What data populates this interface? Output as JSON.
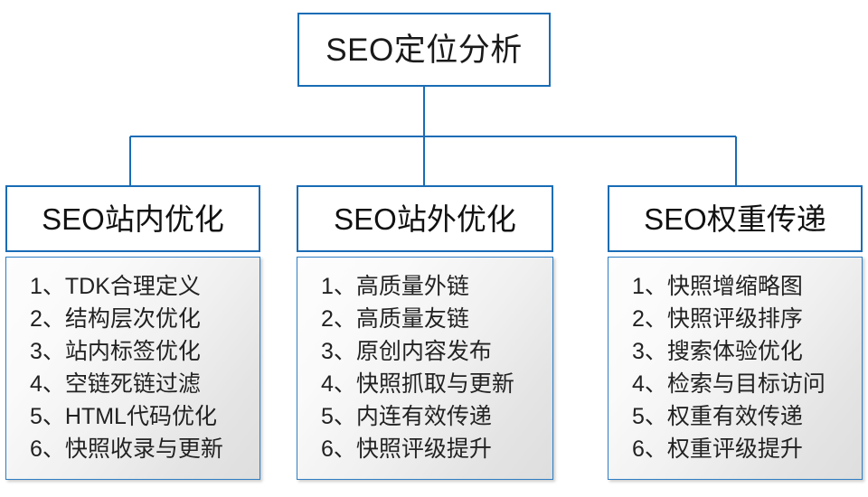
{
  "diagram": {
    "type": "hierarchy-tree",
    "accent_color": "#1a6cb5",
    "connector_color": "#1a6cb5",
    "root": {
      "label": "SEO定位分析"
    },
    "branches": [
      {
        "header": "SEO站内优化",
        "items": [
          {
            "index": "1、",
            "text": "TDK合理定义"
          },
          {
            "index": "2、",
            "text": "结构层次优化"
          },
          {
            "index": "3、",
            "text": "站内标签优化"
          },
          {
            "index": "4、",
            "text": "空链死链过滤"
          },
          {
            "index": "5、",
            "text": "HTML代码优化"
          },
          {
            "index": "6、",
            "text": "快照收录与更新"
          }
        ]
      },
      {
        "header": "SEO站外优化",
        "items": [
          {
            "index": "1、",
            "text": "高质量外链"
          },
          {
            "index": "2、",
            "text": "高质量友链"
          },
          {
            "index": "3、",
            "text": "原创内容发布"
          },
          {
            "index": "4、",
            "text": "快照抓取与更新"
          },
          {
            "index": "5、",
            "text": "内连有效传递"
          },
          {
            "index": "6、",
            "text": "快照评级提升"
          }
        ]
      },
      {
        "header": "SEO权重传递",
        "items": [
          {
            "index": "1、",
            "text": "快照增缩略图"
          },
          {
            "index": "2、",
            "text": "快照评级排序"
          },
          {
            "index": "3、",
            "text": "搜索体验优化"
          },
          {
            "index": "4、",
            "text": "检索与目标访问"
          },
          {
            "index": "5、",
            "text": "权重有效传递"
          },
          {
            "index": "6、",
            "text": "权重评级提升"
          }
        ]
      }
    ]
  }
}
